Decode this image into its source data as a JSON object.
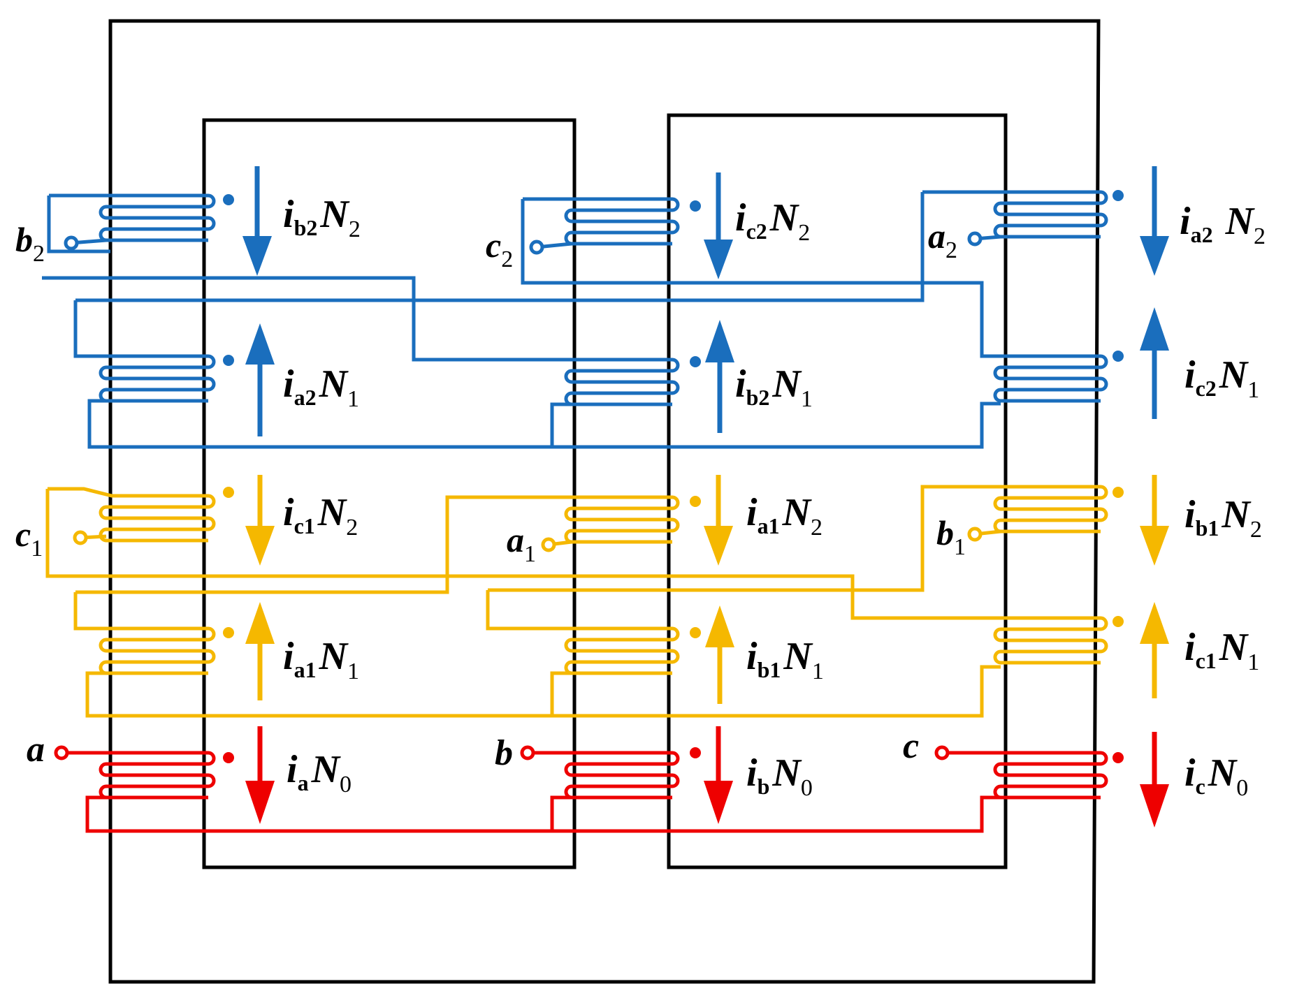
{
  "colors": {
    "core": "#000000",
    "winding_2": "#1a6ebd",
    "winding_1": "#f5b800",
    "winding_0": "#ee0000"
  },
  "terminals": {
    "b2": {
      "letter": "b",
      "sub": "2"
    },
    "c2": {
      "letter": "c",
      "sub": "2"
    },
    "a2": {
      "letter": "a",
      "sub": "2"
    },
    "c1": {
      "letter": "c",
      "sub": "1"
    },
    "a1": {
      "letter": "a",
      "sub": "1"
    },
    "b1": {
      "letter": "b",
      "sub": "1"
    },
    "a": {
      "letter": "a"
    },
    "b": {
      "letter": "b"
    },
    "c": {
      "letter": "c"
    }
  },
  "mmf_labels": {
    "ib2N2": {
      "i": "i",
      "isub": "b2",
      "N": "N",
      "nsub": "2"
    },
    "ic2N2": {
      "i": "i",
      "isub": "c2",
      "N": "N",
      "nsub": "2"
    },
    "ia2N2": {
      "i": "i",
      "isub": "a2",
      "N": "N",
      "nsub": "2"
    },
    "ia2N1": {
      "i": "i",
      "isub": "a2",
      "N": "N",
      "nsub": "1"
    },
    "ib2N1": {
      "i": "i",
      "isub": "b2",
      "N": "N",
      "nsub": "1"
    },
    "ic2N1": {
      "i": "i",
      "isub": "c2",
      "N": "N",
      "nsub": "1"
    },
    "ic1N2": {
      "i": "i",
      "isub": "c1",
      "N": "N",
      "nsub": "2"
    },
    "ia1N2": {
      "i": "i",
      "isub": "a1",
      "N": "N",
      "nsub": "2"
    },
    "ib1N2": {
      "i": "i",
      "isub": "b1",
      "N": "N",
      "nsub": "2"
    },
    "ia1N1": {
      "i": "i",
      "isub": "a1",
      "N": "N",
      "nsub": "1"
    },
    "ib1N1": {
      "i": "i",
      "isub": "b1",
      "N": "N",
      "nsub": "1"
    },
    "ic1N1": {
      "i": "i",
      "isub": "c1",
      "N": "N",
      "nsub": "1"
    },
    "iaN0": {
      "i": "i",
      "isub": "a",
      "N": "N",
      "nsub": "0"
    },
    "ibN0": {
      "i": "i",
      "isub": "b",
      "N": "N",
      "nsub": "0"
    },
    "icN0": {
      "i": "i",
      "isub": "c",
      "N": "N",
      "nsub": "0"
    }
  }
}
